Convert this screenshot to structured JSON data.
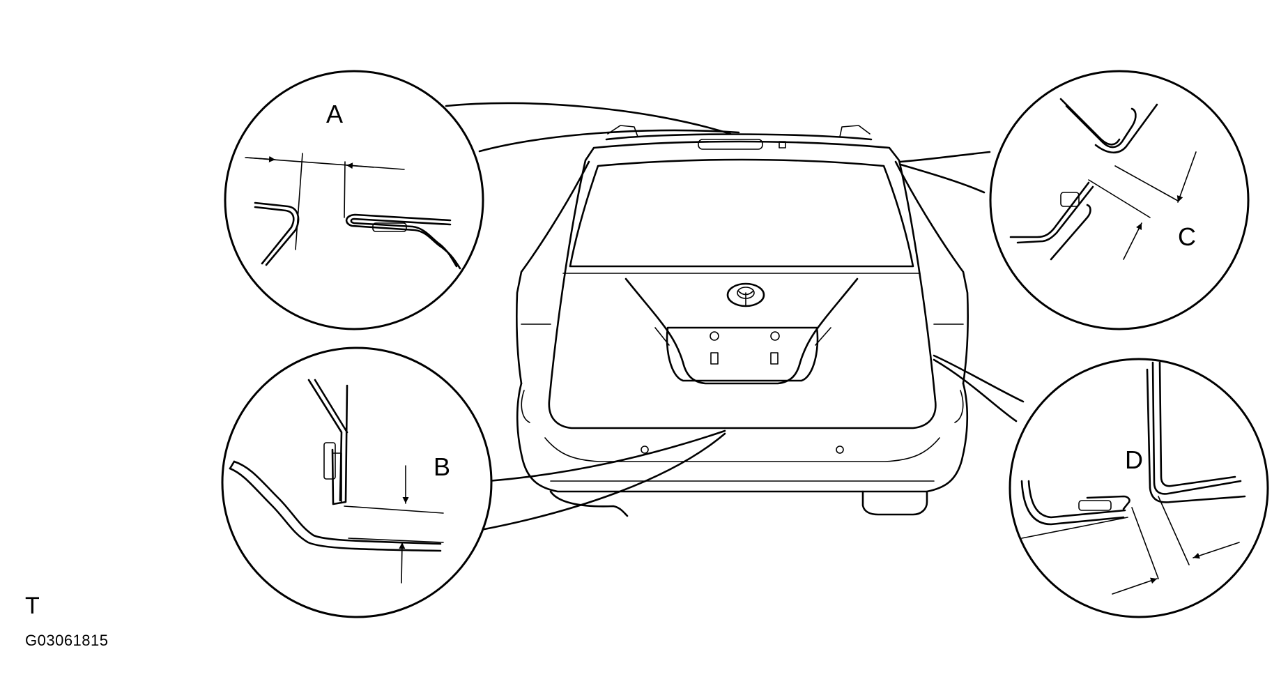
{
  "callouts": {
    "a": "A",
    "b": "B",
    "c": "C",
    "d": "D"
  },
  "corner_letter": "T",
  "figure_code": "G03061815"
}
